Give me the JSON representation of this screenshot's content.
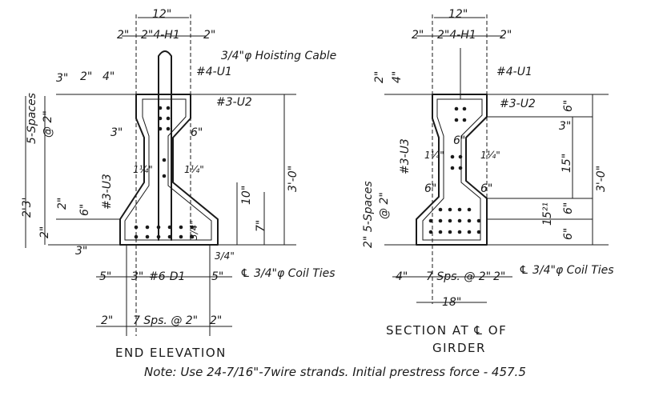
{
  "end_elevation": {
    "title": "END ELEVATION",
    "dims": {
      "top_width": "12\"",
      "top_left": "2\"",
      "top_center": "2\"4-H1",
      "top_right": "2\"",
      "cable_label": "3/4\"φ Hoisting Cable",
      "bar_u1": "#4-U1",
      "bar_u2": "#3-U2",
      "bar_u3": "#3-U3",
      "d_3": "3\"",
      "d_2": "2\"",
      "d_4": "4\"",
      "spaces_label": "5-Spaces",
      "spaces_val": "@ 2\"",
      "d_3b": "3\"",
      "d_6b": "6\"",
      "web_1": "1¼\"",
      "web_2": "1¼\"",
      "left_23": "2'3'",
      "left_2": "2\"",
      "left_6": "6\"",
      "left_2b": "2\"",
      "left_3": "3\"",
      "right_10": "10\"",
      "right_7": "7\"",
      "right_30": "3'-0\"",
      "right_34a": "3/4\"",
      "right_34b": "3/4\"",
      "coil": "℄ 3/4\"φ Coil Ties",
      "bottom_5l": "5\"",
      "bottom_3": "3\"",
      "bottom_d1": "#6-D1",
      "bottom_5r": "5\"",
      "bottom_2l": "2\"",
      "bottom_sp": "7 Sps. @ 2\"",
      "bottom_2r": "2\""
    }
  },
  "section": {
    "title_line1": "SECTION AT ℄ OF",
    "title_line2": "GIRDER",
    "dims": {
      "top_width": "12\"",
      "top_left": "2\"",
      "top_center": "2\"4-H1",
      "top_right": "2\"",
      "bar_u1": "#4-U1",
      "bar_u2": "#3-U2",
      "bar_u3": "#3-U3",
      "d_2": "2\"",
      "d_4": "4\"",
      "right_6": "6\"",
      "right_3": "3\"",
      "web_1": "1¼\"",
      "web_2": "1¼\"",
      "web_c": "6\"",
      "right_15": "15\"",
      "right_30": "3'-0\"",
      "right_6b": "6\"",
      "right_6c": "6\"",
      "flange_l": "6\"",
      "flange_r": "6\"",
      "val_1521": "15²¹",
      "spaces_label": "2\" 5-Spaces",
      "spaces_val": "@ 2\"",
      "coil": "℄ 3/4\"φ Coil Ties",
      "bottom_4": "4\"",
      "bottom_sp": "7 Sps. @ 2\"",
      "bottom_2": "2\"",
      "bottom_18": "18\""
    }
  },
  "note": "Note: Use 24-7/16\"-7wire strands. Initial prestress force - 457.5"
}
